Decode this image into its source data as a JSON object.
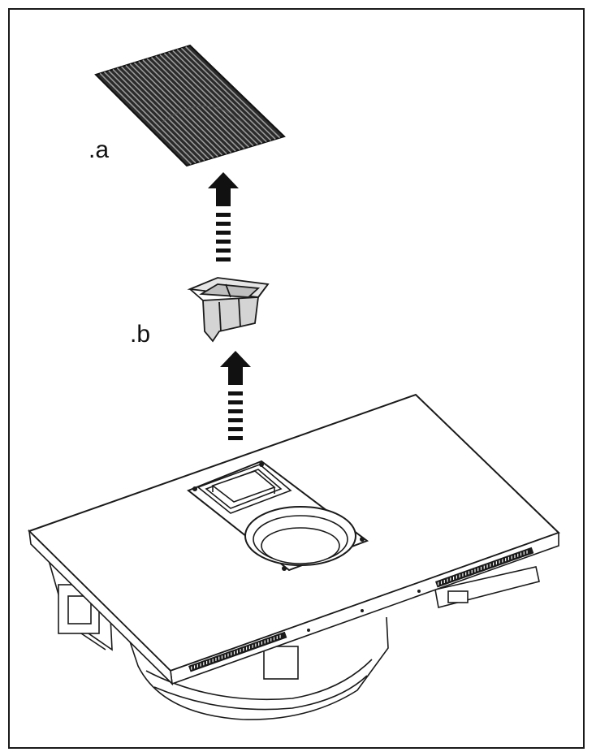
{
  "diagram": {
    "labels": {
      "a": ".a",
      "b": ".b"
    },
    "parts": [
      {
        "id": "a",
        "name": "grease-filter-grille"
      },
      {
        "id": "b",
        "name": "filter-cup"
      },
      {
        "id": "base",
        "name": "hob-with-extractor"
      }
    ],
    "colors": {
      "line": "#1a1a1a",
      "grille": "#2b2b2b",
      "cup": "#d4d4d4",
      "background": "#ffffff"
    },
    "arrows": [
      {
        "from": "b",
        "to": "a",
        "direction": "up"
      },
      {
        "from": "base",
        "to": "b",
        "direction": "up"
      }
    ]
  }
}
